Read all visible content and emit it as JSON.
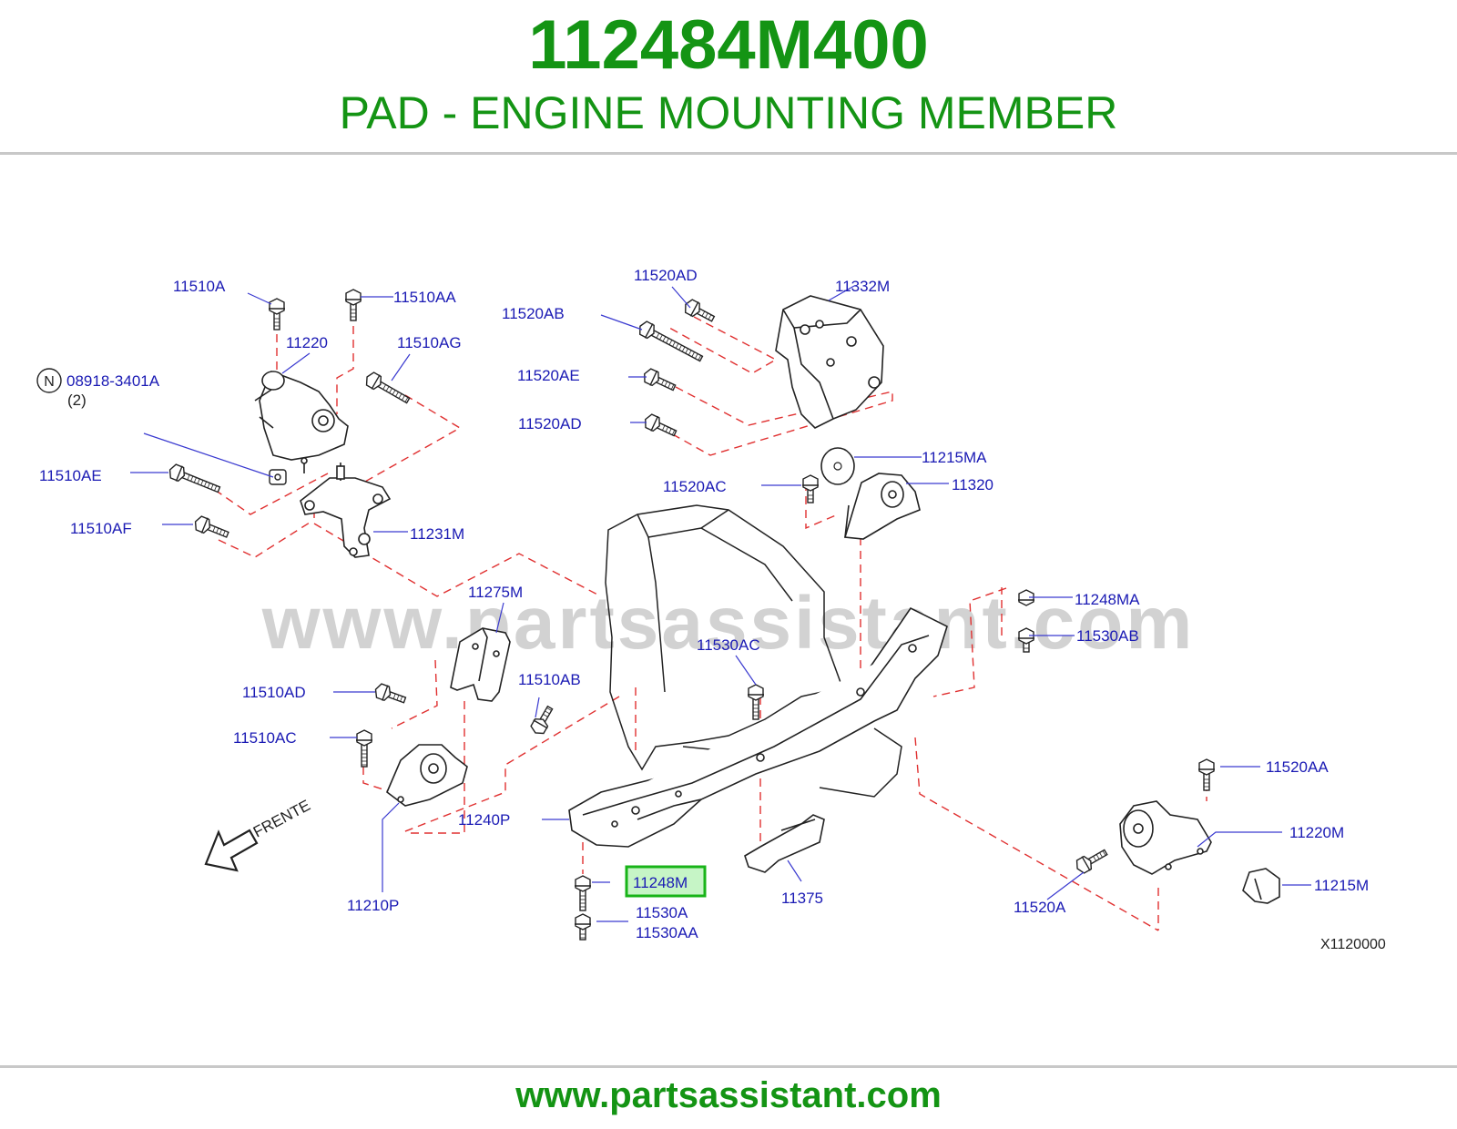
{
  "colors": {
    "brand_green": "#149414",
    "label_blue": "#1a1ab4",
    "leader_line": "#3a3ad0",
    "dashed_line": "#e03030",
    "part_stroke": "#222222",
    "watermark": "#d2d2d2",
    "highlight_border": "#18b418",
    "highlight_fill": "#c6f5c6"
  },
  "header": {
    "part_number": "112484M400",
    "part_name": "PAD - ENGINE MOUNTING MEMBER"
  },
  "diagram": {
    "watermark": "www.partsassistant.com",
    "direction_label": "FRENTE",
    "direction_icon": "arrow-left-down-icon",
    "notice_symbol": "N",
    "notice_qty": "(2)",
    "figure_code": "X1120000",
    "highlighted_part": "11248M",
    "callouts": {
      "c11510A": "11510A",
      "c11510AA": "11510AA",
      "c11220": "11220",
      "c11510AG": "11510AG",
      "c08918": "08918-3401A",
      "c11510AE": "11510AE",
      "c11510AF": "11510AF",
      "c11231M": "11231M",
      "c11520AD_top": "11520AD",
      "c11520AB": "11520AB",
      "c11520AE": "11520AE",
      "c11520AD_mid": "11520AD",
      "c11332M": "11332M",
      "c11215MA": "11215MA",
      "c11520AC": "11520AC",
      "c11320": "11320",
      "c11275M": "11275M",
      "c11248MA": "11248MA",
      "c11530AB": "11530AB",
      "c11530AC": "11530AC",
      "c11510AD": "11510AD",
      "c11510AB": "11510AB",
      "c11510AC": "11510AC",
      "c11240P": "11240P",
      "c11248M": "11248M",
      "c11530A": "11530A",
      "c11530AA": "11530AA",
      "c11375": "11375",
      "c11210P": "11210P",
      "c11520AA": "11520AA",
      "c11220M": "11220M",
      "c11520A": "11520A",
      "c11215M": "11215M"
    }
  },
  "footer": {
    "url": "www.partsassistant.com"
  }
}
